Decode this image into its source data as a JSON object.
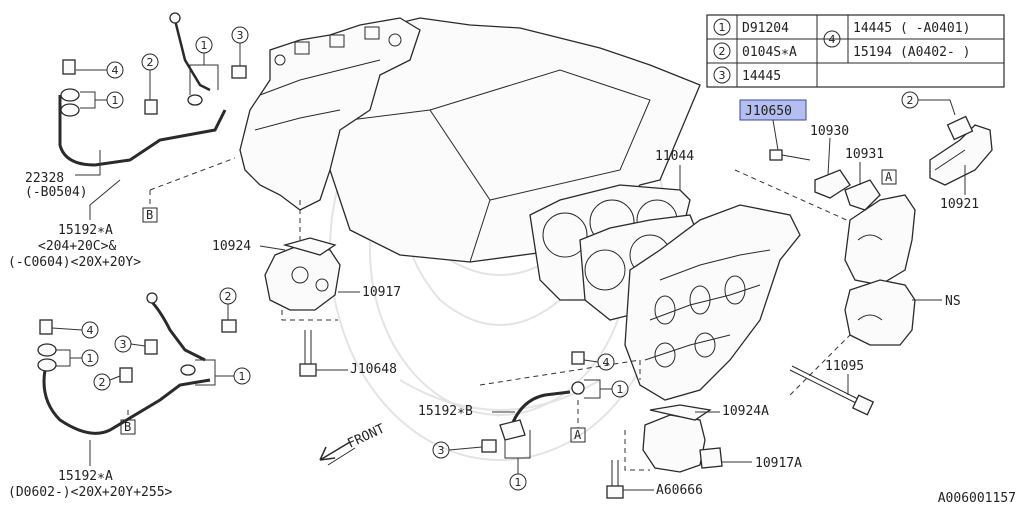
{
  "diagram": {
    "legend": {
      "rows": [
        {
          "num": "1",
          "code": "D91204"
        },
        {
          "num": "2",
          "code": "0104S∗A"
        },
        {
          "num": "3",
          "code": "14445"
        }
      ],
      "item4": {
        "num": "4",
        "lines": [
          "14445 ( -A0401)",
          "15194 (A0402- )"
        ]
      }
    },
    "highlight_label": "J10650",
    "footer_id": "A006001157",
    "front_label": "FRONT",
    "ref_box_a": "A",
    "ref_box_b": "B",
    "labels": {
      "p10930": "10930",
      "p10931": "10931",
      "p10921": "10921",
      "p11044": "11044",
      "pNS": "NS",
      "p11095": "11095",
      "p10924": "10924",
      "p10917": "10917",
      "pJ10648": "J10648",
      "p10924A": "10924A",
      "p10917A": "10917A",
      "pA60666": "A60666",
      "p15192B": "15192∗B",
      "p22328_a": "22328",
      "p22328_b": "(-B0504)",
      "p15192A_top_1": "15192∗A",
      "p15192A_top_2": "<204+20C>&",
      "p15192A_top_3": "(-C0604)<20X+20Y>",
      "p15192A_bot_1": "15192∗A",
      "p15192A_bot_2": "(D0602-)<20X+20Y+255>"
    },
    "callouts": {
      "c1": "1",
      "c2": "2",
      "c3": "3",
      "c4": "4"
    }
  }
}
